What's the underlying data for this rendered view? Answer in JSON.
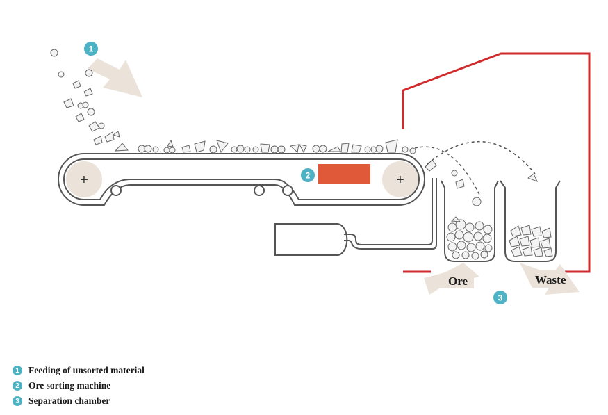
{
  "colors": {
    "accent": "#4db3c4",
    "sorter": "#e05a3a",
    "chamber": "#d02a2a",
    "arrow": "#ebe3da",
    "line": "#555555"
  },
  "badges": {
    "feed": "1",
    "sorter": "2",
    "chamber": "3"
  },
  "chamber_labels": {
    "ore": "Ore",
    "waste": "Waste"
  },
  "legend": [
    {
      "number": "1",
      "label": "Feeding of unsorted material"
    },
    {
      "number": "2",
      "label": "Ore sorting machine"
    },
    {
      "number": "3",
      "label": "Separation chamber"
    }
  ]
}
